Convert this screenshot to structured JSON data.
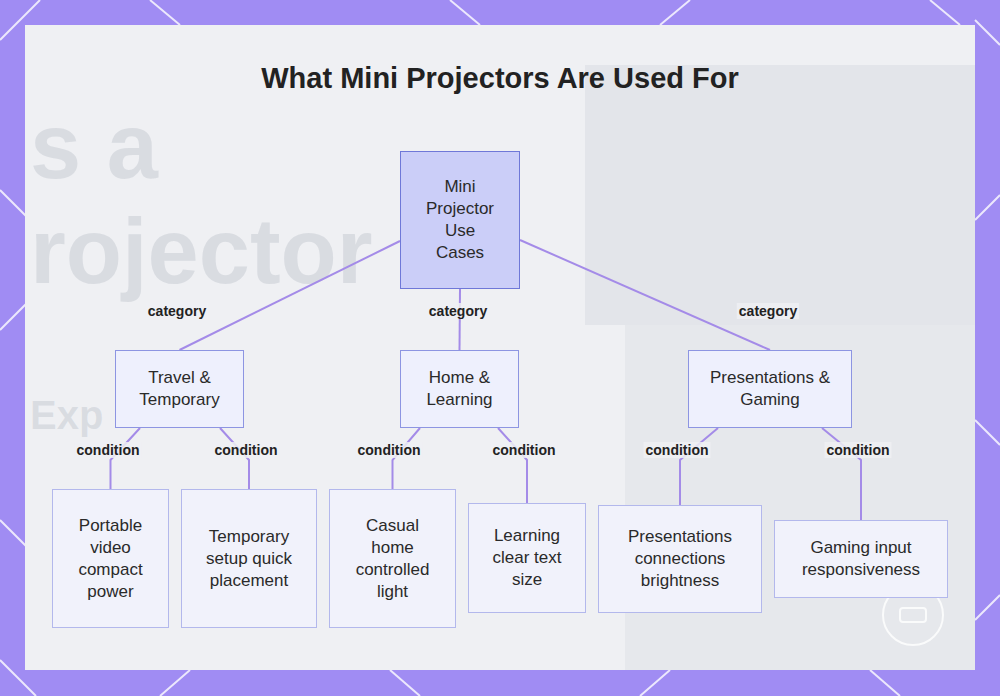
{
  "diagram": {
    "title": "What Mini Projectors Are Used For",
    "nodes": [
      {
        "text": [
          "Mini Projector Use Cases"
        ]
      },
      {
        "text": [
          "Travel & Temporary"
        ]
      },
      {
        "text": [
          "Home & Learning"
        ]
      },
      {
        "text": [
          "Presentations & Gaming"
        ]
      },
      {
        "text": [
          "Portable video compact power"
        ]
      },
      {
        "text": [
          "Temporary setup quick placement"
        ]
      },
      {
        "text": [
          "Casual home controlled light"
        ]
      },
      {
        "text": [
          "Learning clear text size"
        ]
      },
      {
        "text": [
          "Presentations connections brightness"
        ]
      },
      {
        "text": [
          "Gaming input responsiveness"
        ]
      }
    ],
    "edges": [
      {
        "from": 0,
        "to": 1,
        "label": "category",
        "arrow": "none"
      },
      {
        "from": 0,
        "to": 2,
        "label": "category",
        "arrow": "none"
      },
      {
        "from": 0,
        "to": 3,
        "label": "category",
        "arrow": "none"
      },
      {
        "from": 1,
        "to": 4,
        "label": "condition",
        "arrow": "none"
      },
      {
        "from": 1,
        "to": 5,
        "label": "condition",
        "arrow": "none"
      },
      {
        "from": 2,
        "to": 6,
        "label": "condition",
        "arrow": "none"
      },
      {
        "from": 2,
        "to": 7,
        "label": "condition",
        "arrow": "none"
      },
      {
        "from": 3,
        "to": 8,
        "label": "condition",
        "arrow": "none"
      },
      {
        "from": 3,
        "to": 9,
        "label": "condition",
        "arrow": "none"
      }
    ],
    "labels": [
      "s a",
      "rojector",
      "Exp"
    ]
  }
}
